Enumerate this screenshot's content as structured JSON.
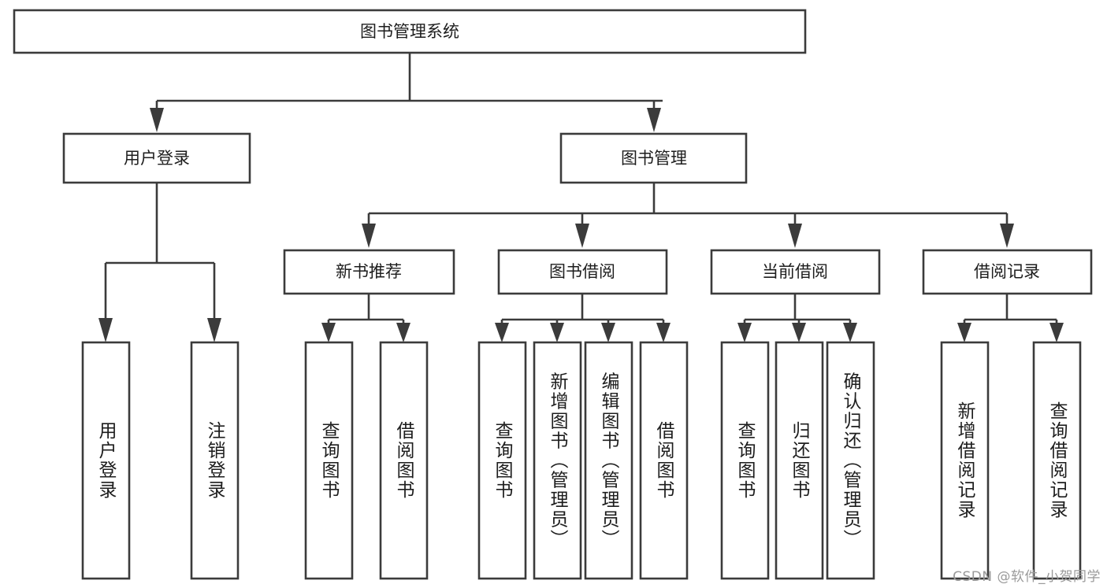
{
  "diagram": {
    "title": "图书管理系统",
    "type": "tree-hierarchy",
    "root": {
      "id": "root",
      "label": "图书管理系统"
    },
    "level2": [
      {
        "id": "user-login",
        "label": "用户登录"
      },
      {
        "id": "book-management",
        "label": "图书管理"
      }
    ],
    "level3": [
      {
        "id": "new-book-recommend",
        "label": "新书推荐",
        "parent": "book-management"
      },
      {
        "id": "book-borrow",
        "label": "图书借阅",
        "parent": "book-management"
      },
      {
        "id": "current-borrow",
        "label": "当前借阅",
        "parent": "book-management"
      },
      {
        "id": "borrow-record",
        "label": "借阅记录",
        "parent": "book-management"
      }
    ],
    "leaves": [
      {
        "id": "leaf-user-login",
        "label": "用户登录",
        "parent": "user-login"
      },
      {
        "id": "leaf-logout-login",
        "label": "注销登录",
        "parent": "user-login"
      },
      {
        "id": "leaf-query-book-1",
        "label": "查询图书",
        "parent": "new-book-recommend"
      },
      {
        "id": "leaf-borrow-book-1",
        "label": "借阅图书",
        "parent": "new-book-recommend"
      },
      {
        "id": "leaf-query-book-2",
        "label": "查询图书",
        "parent": "book-borrow"
      },
      {
        "id": "leaf-add-book-admin",
        "label": "新增图书（管理员）",
        "parent": "book-borrow"
      },
      {
        "id": "leaf-edit-book-admin",
        "label": "编辑图书（管理员）",
        "parent": "book-borrow"
      },
      {
        "id": "leaf-borrow-book-2",
        "label": "借阅图书",
        "parent": "book-borrow"
      },
      {
        "id": "leaf-query-book-3",
        "label": "查询图书",
        "parent": "current-borrow"
      },
      {
        "id": "leaf-return-book",
        "label": "归还图书",
        "parent": "current-borrow"
      },
      {
        "id": "leaf-confirm-return-admin",
        "label": "确认归还（管理员）",
        "parent": "current-borrow"
      },
      {
        "id": "leaf-add-borrow-record",
        "label": "新增借阅记录",
        "parent": "borrow-record"
      },
      {
        "id": "leaf-query-borrow-record",
        "label": "查询借阅记录",
        "parent": "borrow-record"
      }
    ],
    "watermark": "CSDN @软件_小贺同学",
    "colors": {
      "stroke": "#3b3b3b",
      "fill": "#ffffff",
      "text": "#1d1d1d",
      "watermark": "#9a9a9a"
    }
  }
}
